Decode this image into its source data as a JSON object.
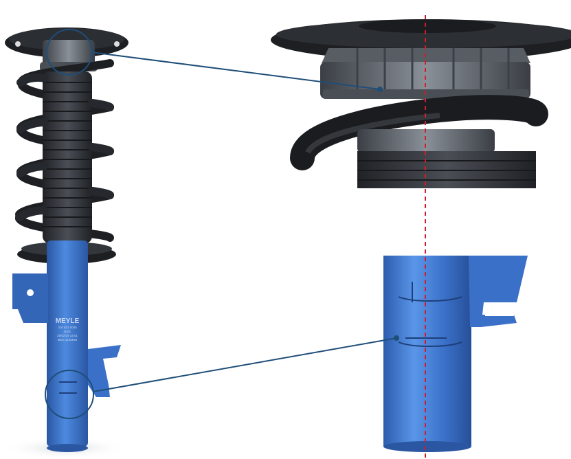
{
  "image": {
    "subject": "strut-assembly",
    "brand_text": "MEYLE",
    "stamp_lines": [
      "316 623 0045",
      "B4/3",
      "25/02/19 14:01",
      "MDS 1126846"
    ]
  },
  "colors": {
    "tube_blue": "#3f7ad4",
    "tube_blue_dark": "#2a56a2",
    "spring_black": "#1d1f23",
    "boot_gray": "#3a3d42",
    "mount_gray": "#5a5f66",
    "callout_line": "#1f4e79",
    "center_line": "#d11c2a"
  }
}
